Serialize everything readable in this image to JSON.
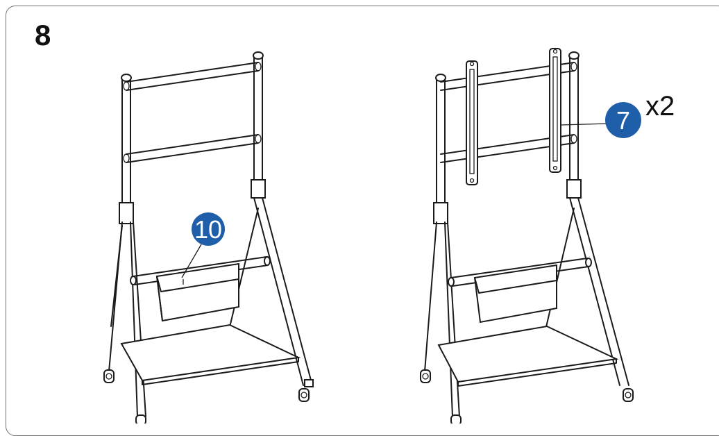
{
  "step": {
    "number": "8"
  },
  "callouts": {
    "part_a": {
      "number": "10",
      "color": "#1f5ea8"
    },
    "part_b": {
      "number": "7",
      "quantity": "x2",
      "color": "#1f5ea8"
    }
  },
  "colors": {
    "line": "#1a1a1a",
    "frame": "#6e6e6e"
  }
}
